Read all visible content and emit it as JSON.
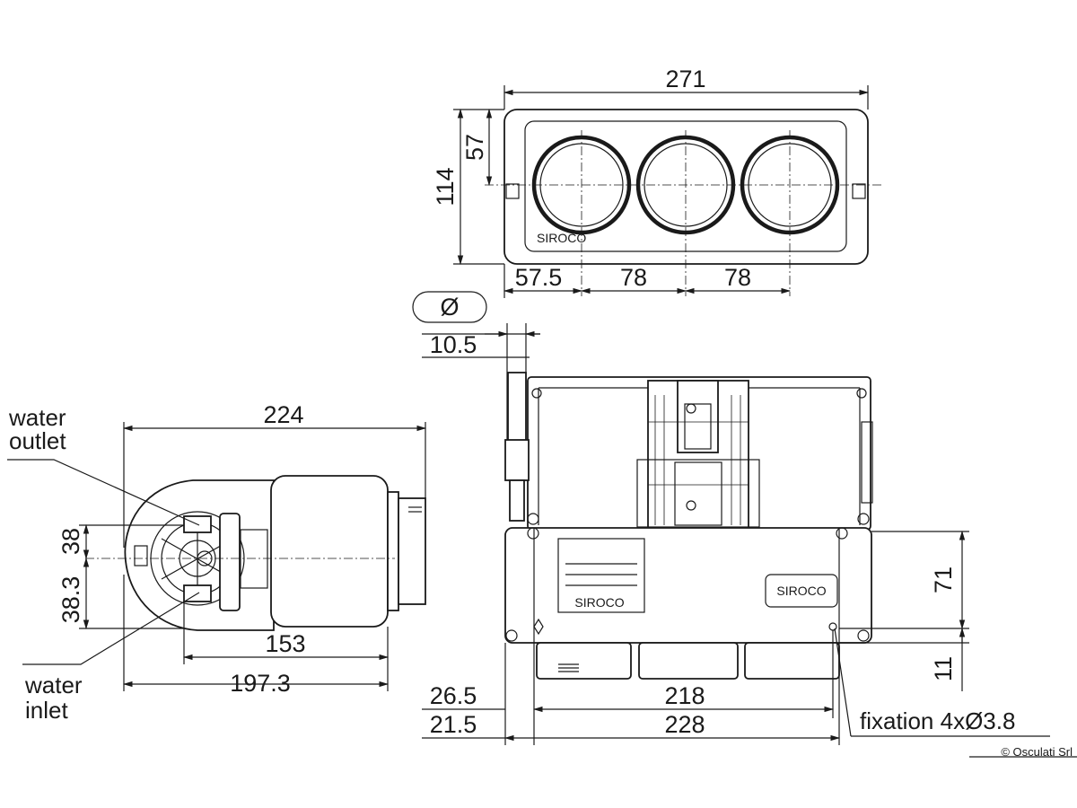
{
  "brand_plate": "SIROCO",
  "top_view": {
    "width": "271",
    "height": "114",
    "half_height": "57",
    "offset_first": "57.5",
    "spacing_1": "78",
    "spacing_2": "78"
  },
  "diameter_symbol": "Ø",
  "pipe_diameter": "10.5",
  "side_view": {
    "length": "224",
    "body_length": "153",
    "base_length": "197.3",
    "upper_offset": "38",
    "lower_offset": "38.3",
    "labels": {
      "outlet_line1": "water",
      "outlet_line2": "outlet",
      "inlet_line1": "water",
      "inlet_line2": "inlet"
    }
  },
  "front_view": {
    "height": "71",
    "foot_height": "11",
    "left_offset_1": "26.5",
    "left_offset_2": "21.5",
    "fixing_span_1": "218",
    "fixing_span_2": "228",
    "fixation": "fixation 4xØ3.8"
  },
  "copyright": "© Osculati Srl"
}
